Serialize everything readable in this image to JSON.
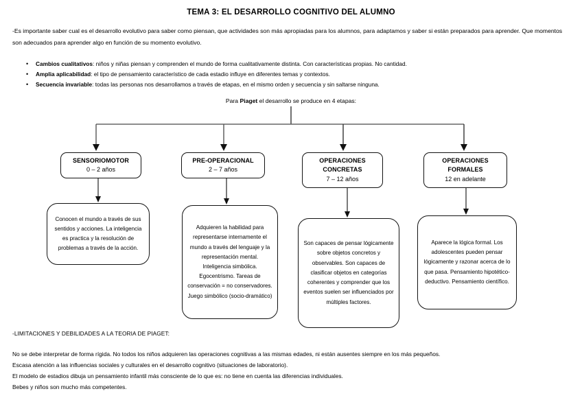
{
  "document": {
    "title": "TEMA 3: EL DESARROLLO COGNITIVO DEL ALUMNO",
    "intro": "-Es importante saber cual es el desarrollo evolutivo para saber como piensan, que actividades son más apropiadas para los alumnos, para adaptamos y saber si están preparados para aprender. Que momentos son adecuados para aprender algo en función de su momento evolutivo.",
    "bullets": [
      {
        "lead": "Cambios cualitativos",
        "text": ": niños y niñas piensan y comprenden el mundo de forma cualitativamente distinta. Con características propias. No cantidad."
      },
      {
        "lead": "Amplia aplicabilidad",
        "text": ": el tipo de pensamiento característico de cada estadio influye en diferentes temas y contextos."
      },
      {
        "lead": "Secuencia invariable",
        "text": ": todas las personas nos desarrollamos a través de etapas, en el mismo orden y secuencia y sin saltarse ninguna."
      }
    ],
    "lead_in": {
      "prefix": "Para ",
      "bold": "Piaget",
      "suffix": " el desarrollo se produce en 4 etapas:"
    }
  },
  "diagram": {
    "stages": [
      {
        "name": "SENSORIOMOTOR",
        "age": "0 – 2 años"
      },
      {
        "name": "PRE-OPERACIONAL",
        "age": "2 – 7 años"
      },
      {
        "name": "OPERACIONES CONCRETAS",
        "name_line1": "OPERACIONES",
        "name_line2": "CONCRETAS",
        "age": "7 – 12 años"
      },
      {
        "name": "OPERACIONES FORMALES",
        "name_line1": "OPERACIONES",
        "name_line2": "FORMALES",
        "age": "12 en adelante"
      }
    ],
    "details": [
      {
        "id": "sensoriomotor-detail",
        "text": "Conocen el mundo a través de sus sentidos y acciones. La inteligencia es practica y la resolución de problemas a través de la acción."
      },
      {
        "id": "preoperacional-detail",
        "text": "Adquieren la habilidad para representarse internamente el mundo a través del lenguaje y la representación mental. Inteligencia simbólica. Egocentrismo. Tareas de conservación = no conservadores. Juego simbólico (socio-dramático)"
      },
      {
        "id": "operaciones-concretas-detail",
        "text": "Son capaces de pensar lógicamente sobre objetos concretos y observables. Son capaces de clasificar objetos en categorías coherentes y comprender que los eventos suelen ser influenciados por múltiples factores."
      },
      {
        "id": "operaciones-formales-detail",
        "text": "Aparece la lógica formal. Los adolescentes pueden pensar lógicamente y razonar acerca de lo que pasa. Pensamiento hipotético-deductivo. Pensamiento científico."
      }
    ]
  },
  "limitations": {
    "title": "-LIMITACIONES Y DEBILIDADES A LA TEORIA DE PIAGET:",
    "lines": [
      "No se debe interpretar de forma rígida. No todos los niños adquieren las operaciones cognitivas a las mismas edades, ni están ausentes siempre en los más pequeños.",
      "Escasa atención a las influencias sociales y culturales en el desarrollo cognitivo (situaciones de laboratorio).",
      "El modelo de estadios dibuja un pensamiento infantil más consciente de lo que es: no tiene en cuenta las diferencias individuales.",
      "Bebes y niños son mucho más competentes."
    ]
  },
  "colors": {
    "page_background": "#ffffff",
    "text": "#000000",
    "box_border": "#111111",
    "connector_line": "#555555",
    "arrow": "#111111"
  }
}
